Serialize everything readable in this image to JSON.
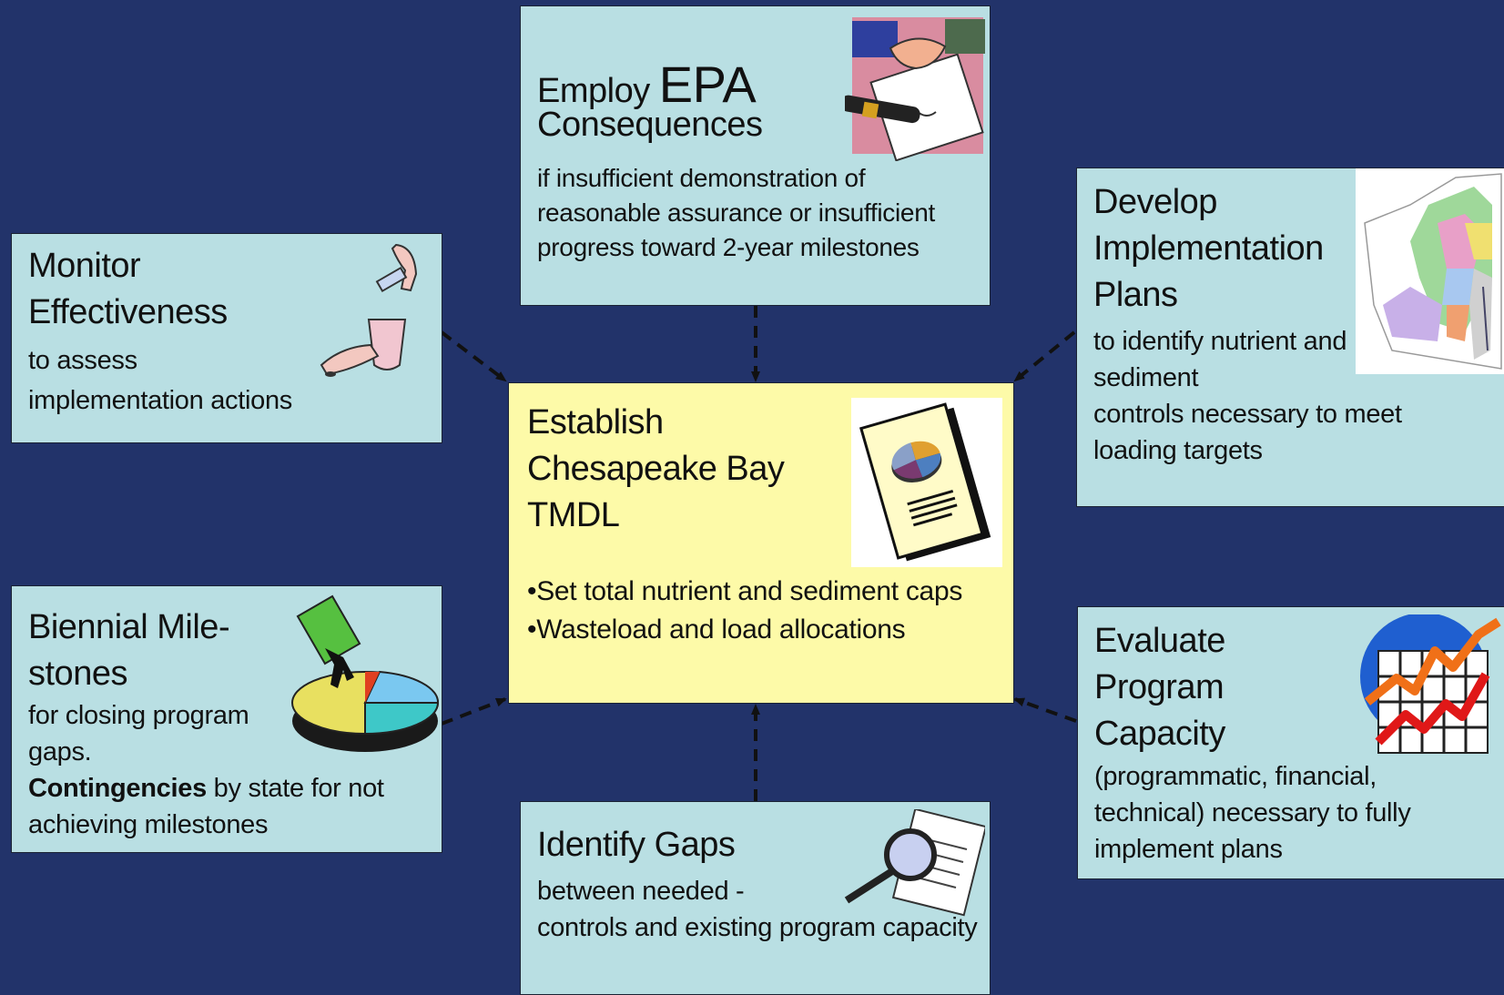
{
  "center": {
    "title": [
      "Establish",
      "Chesapeake Bay",
      "TMDL"
    ],
    "bullets": [
      "•Set total nutrient and sediment caps",
      "•Wasteload and load allocations"
    ]
  },
  "epa": {
    "title_small": "Employ",
    "title_big": "EPA",
    "title_line2": "Consequences",
    "desc": [
      "if insufficient demonstration of",
      "reasonable assurance or insufficient",
      "progress toward 2-year milestones"
    ]
  },
  "monitor": {
    "title": [
      "Monitor",
      "Effectiveness"
    ],
    "desc": [
      "to assess",
      "implementation actions"
    ]
  },
  "develop": {
    "title": [
      "Develop",
      "Implementation",
      "Plans"
    ],
    "desc": [
      "to identify nutrient and",
      "sediment",
      "controls necessary to meet",
      "loading targets"
    ]
  },
  "milestones": {
    "title": [
      "Biennial Mile-",
      "stones"
    ],
    "desc": [
      "for closing program",
      "gaps."
    ],
    "contingency_bold": "Contingencies",
    "contingency_rest": " by state for not",
    "contingency_line2": "achieving milestones"
  },
  "evaluate": {
    "title": [
      "Evaluate",
      "Program",
      "Capacity"
    ],
    "desc": [
      "(programmatic, financial,",
      "technical) necessary to fully",
      "implement plans"
    ]
  },
  "gaps": {
    "title": "Identify Gaps",
    "desc": [
      "between needed   -",
      "controls and existing program capacity"
    ]
  },
  "icons": [
    "handshake-contract-icon",
    "chemist-pouring-icon",
    "watershed-map-icon",
    "report-pie-chart-icon",
    "pie-chart-climber-icon",
    "rising-chart-icon",
    "magnifier-document-icon"
  ],
  "colors": {
    "background": "#22336a",
    "box": "#b9dfe3",
    "center_box": "#fdfaa8"
  }
}
